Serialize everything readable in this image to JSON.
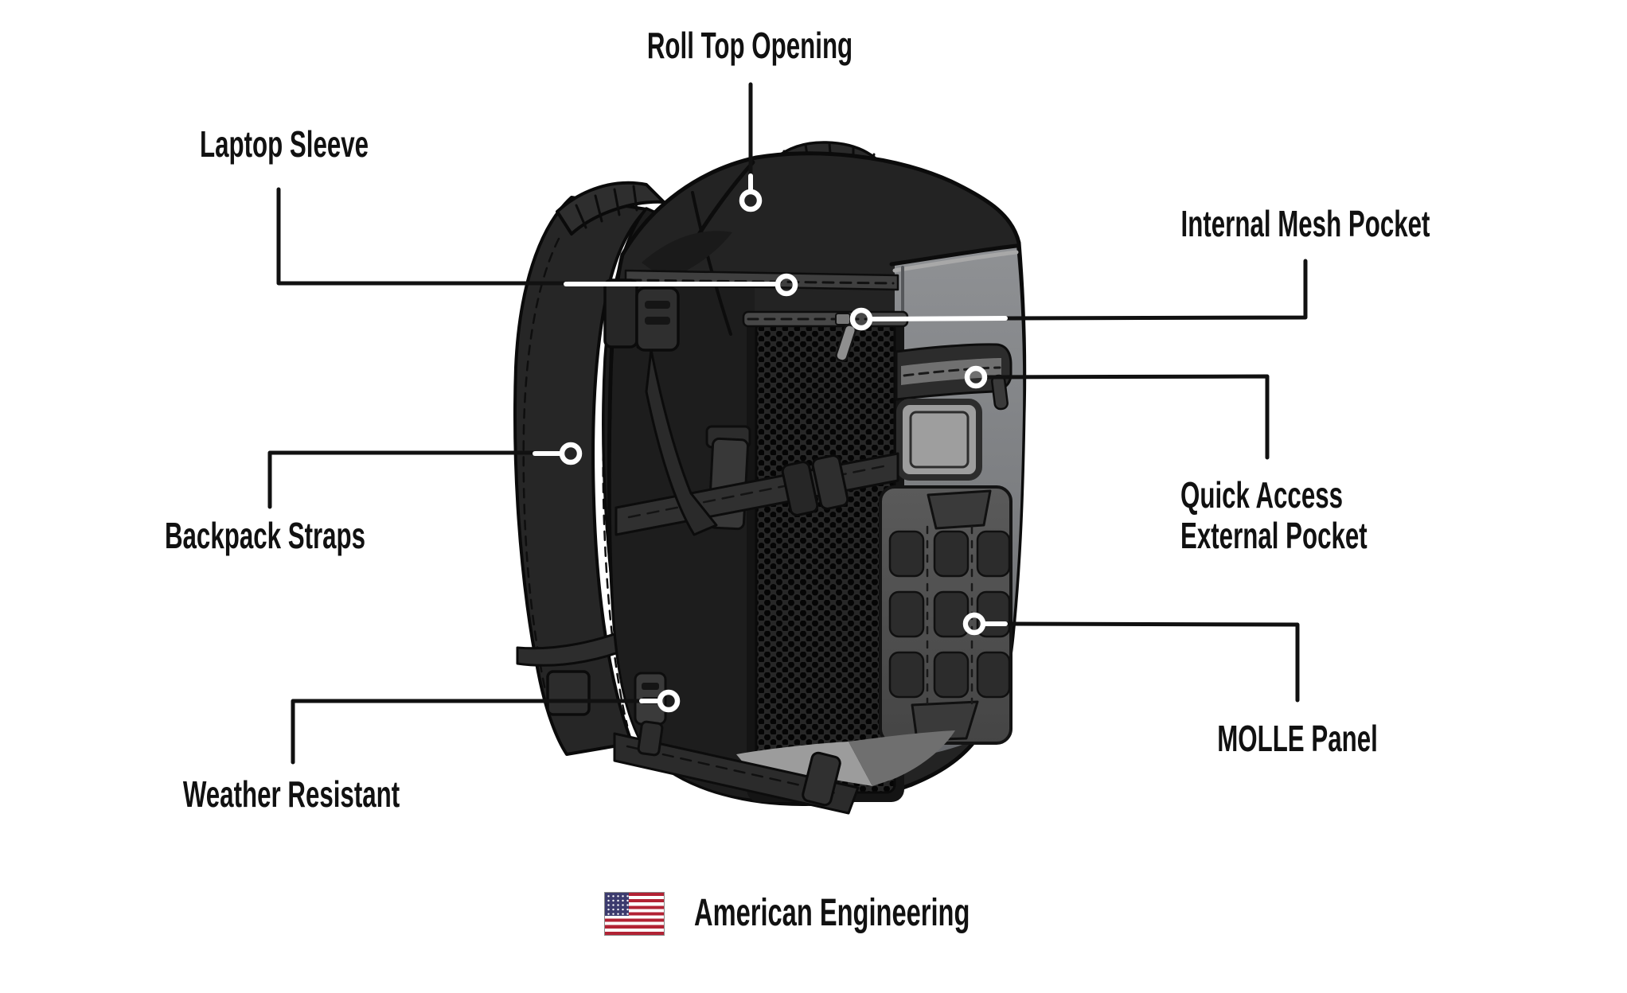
{
  "diagram": {
    "subject": "backpack-feature-diagram",
    "callouts": {
      "roll_top": {
        "label": "Roll Top Opening"
      },
      "laptop": {
        "label": "Laptop Sleeve"
      },
      "internal_mesh": {
        "label": "Internal Mesh Pocket"
      },
      "quick_access": {
        "label_line1": "Quick Access",
        "label_line2": "External Pocket"
      },
      "straps": {
        "label": "Backpack Straps"
      },
      "weather": {
        "label": "Weather Resistant"
      },
      "molle": {
        "label": "MOLLE Panel"
      }
    },
    "footer": {
      "flag_icon": "us-flag-icon",
      "text": "American Engineering"
    },
    "colors": {
      "background": "#ffffff",
      "label_text": "#111111",
      "leader_line_black": "#111111",
      "leader_line_white": "#ffffff",
      "marker_ring": "#ffffff",
      "bag_outline": "#0b0b0b",
      "bag_dark": "#232323",
      "bag_darker": "#1b1b1b",
      "strap_dark": "#262626",
      "panel_gray_top": "#8f9194",
      "panel_gray_bottom": "#64666a",
      "molle_gray": "#4f4f4f",
      "molle_slot": "#2c2c2c",
      "mesh_base": "#272727",
      "mesh_hole": "#050505",
      "bottom_light_gray": "#9c9c9c",
      "bottom_mid_gray": "#6f6f6f",
      "flag_red": "#b22234",
      "flag_blue": "#3c3b6e",
      "flag_white": "#ffffff"
    }
  }
}
